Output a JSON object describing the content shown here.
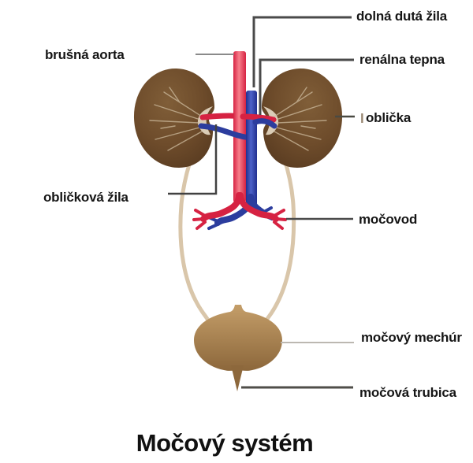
{
  "figure": {
    "title": "Močový systém",
    "description": "Anatomical diagram of the human urinary system with Slovak labels"
  },
  "labels": {
    "abdominal_aorta": "brušná aorta",
    "inferior_vena_cava": "dolná dutá žila",
    "renal_artery": "renálna tepna",
    "kidney": "oblička",
    "kidney_artifact": "l",
    "renal_vein": "obličková žila",
    "ureter": "močovod",
    "bladder": "močový mechúr",
    "urethra": "močová trubica"
  },
  "colors": {
    "kidney_brown": "#6e4c2b",
    "kidney_edge": "#583a20",
    "kidney_striation": "#cdbb9e",
    "artery_red": "#d62242",
    "artery_highlight": "#f77f8b",
    "vein_blue": "#21308f",
    "vein_highlight": "#4d62c9",
    "ureter_beige": "#d9c6aa",
    "bladder_tan_top": "#c49e69",
    "bladder_tan_bottom": "#8c673b",
    "lead_line_dark": "#4a4a4a",
    "lead_line_light": "#bcb8b1",
    "label_text": "#161616"
  }
}
